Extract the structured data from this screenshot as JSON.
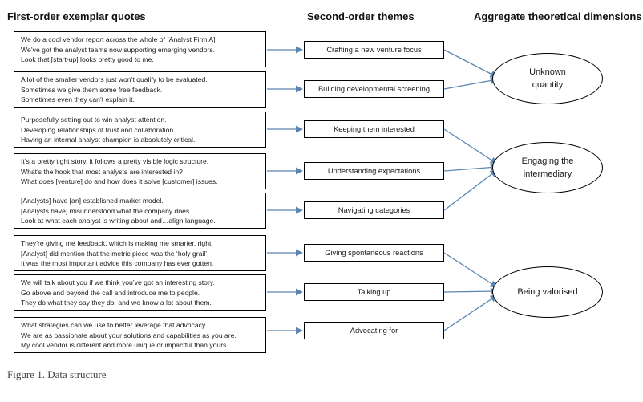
{
  "headers": {
    "first_order": "First-order exemplar quotes",
    "second_order": "Second-order themes",
    "aggregate": "Aggregate theoretical dimensions"
  },
  "quote_groups": [
    {
      "lines": [
        "We do a cool vendor report across the whole of [Analyst Firm A].",
        "We’ve got the analyst teams now supporting emerging vendors.",
        "Look that [start-up] looks pretty good to me."
      ]
    },
    {
      "lines": [
        "A lot of the smaller vendors just won’t qualify to be evaluated.",
        "Sometimes we give them some free feedback.",
        "Sometimes even they can’t explain it."
      ]
    },
    {
      "lines": [
        "Purposefully setting out to win analyst attention.",
        "Developing relationships of trust and collaboration.",
        "Having an internal analyst champion is absolutely critical."
      ]
    },
    {
      "lines": [
        "It’s a pretty tight story, it follows a pretty visible logic structure.",
        "What’s the hook that most analysts are interested in?",
        "What does [venture] do and how does it solve [customer] issues."
      ]
    },
    {
      "lines": [
        "[Analysts] have [an] established market model.",
        "[Analysts have] misunderstood what the company does.",
        "Look at what each analyst is writing about and…align language."
      ]
    },
    {
      "lines": [
        "They’re giving me feedback, which is making me smarter, right.",
        "[Analyst] did mention that the metric piece was the ‘holy grail’.",
        "It was the most important advice this company has ever gotten."
      ]
    },
    {
      "lines": [
        "We will talk about you if we think you’ve got an interesting story.",
        "Go above and beyond the call and introduce me to people.",
        "They do what they say they do, and we know a lot about them."
      ]
    },
    {
      "lines": [
        "What strategies can we use to better  leverage that advocacy.",
        "We are as passionate about your solutions and capabilities as you are.",
        "My cool vendor is different and more unique or impactful than yours."
      ]
    }
  ],
  "themes": [
    "Crafting a new venture focus",
    "Building developmental screening",
    "Keeping them interested",
    "Understanding expectations",
    "Navigating categories",
    "Giving spontaneous reactions",
    "Talking up",
    "Advocating for"
  ],
  "dimensions": [
    {
      "line1": "Unknown",
      "line2": "quantity"
    },
    {
      "line1": "Engaging the",
      "line2": "intermediary"
    },
    {
      "line1": "Being valorised",
      "line2": ""
    }
  ],
  "caption": "Figure 1. Data structure",
  "colors": {
    "arrow": "#5b84b1",
    "border": "#000000"
  }
}
